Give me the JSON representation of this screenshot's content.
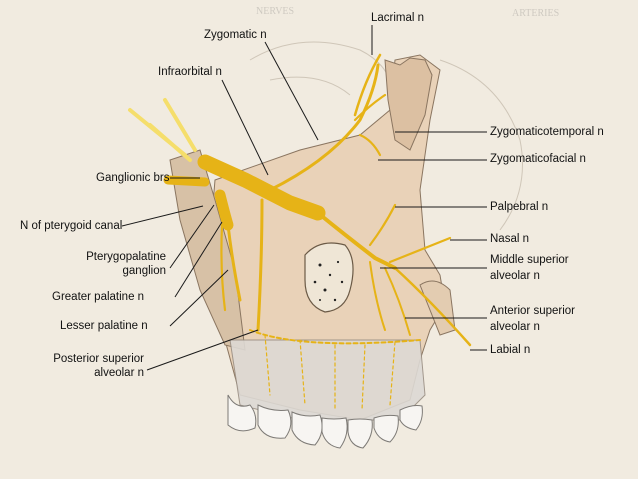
{
  "labels": {
    "lacrimal": "Lacrimal n",
    "zygomatic": "Zygomatic n",
    "infraorbital": "Infraorbital n",
    "ganglionic": "Ganglionic brs",
    "pterygoid_canal": "N of pterygoid canal",
    "ptery_ganglion_1": "Pterygopalatine",
    "ptery_ganglion_2": "ganglion",
    "greater_palatine": "Greater palatine n",
    "lesser_palatine": "Lesser palatine n",
    "post_sup_1": "Posterior superior",
    "post_sup_2": "alveolar n",
    "zygomaticotemporal": "Zygomaticotemporal n",
    "zygomaticofacial": "Zygomaticofacial n",
    "palpebral": "Palpebral n",
    "nasal": "Nasal n",
    "mid_sup_1": "Middle superior",
    "mid_sup_2": "alveolar n",
    "ant_sup_1": "Anterior superior",
    "ant_sup_2": "alveolar n",
    "labial": "Labial n"
  },
  "background_text": {
    "nerves": "NERVES",
    "arteries": "ARTERIES"
  },
  "colors": {
    "nerve": "#e6b317",
    "bone": "#e9d2b8",
    "leader": "#1a1a1a",
    "background": "#f1ebe0"
  }
}
